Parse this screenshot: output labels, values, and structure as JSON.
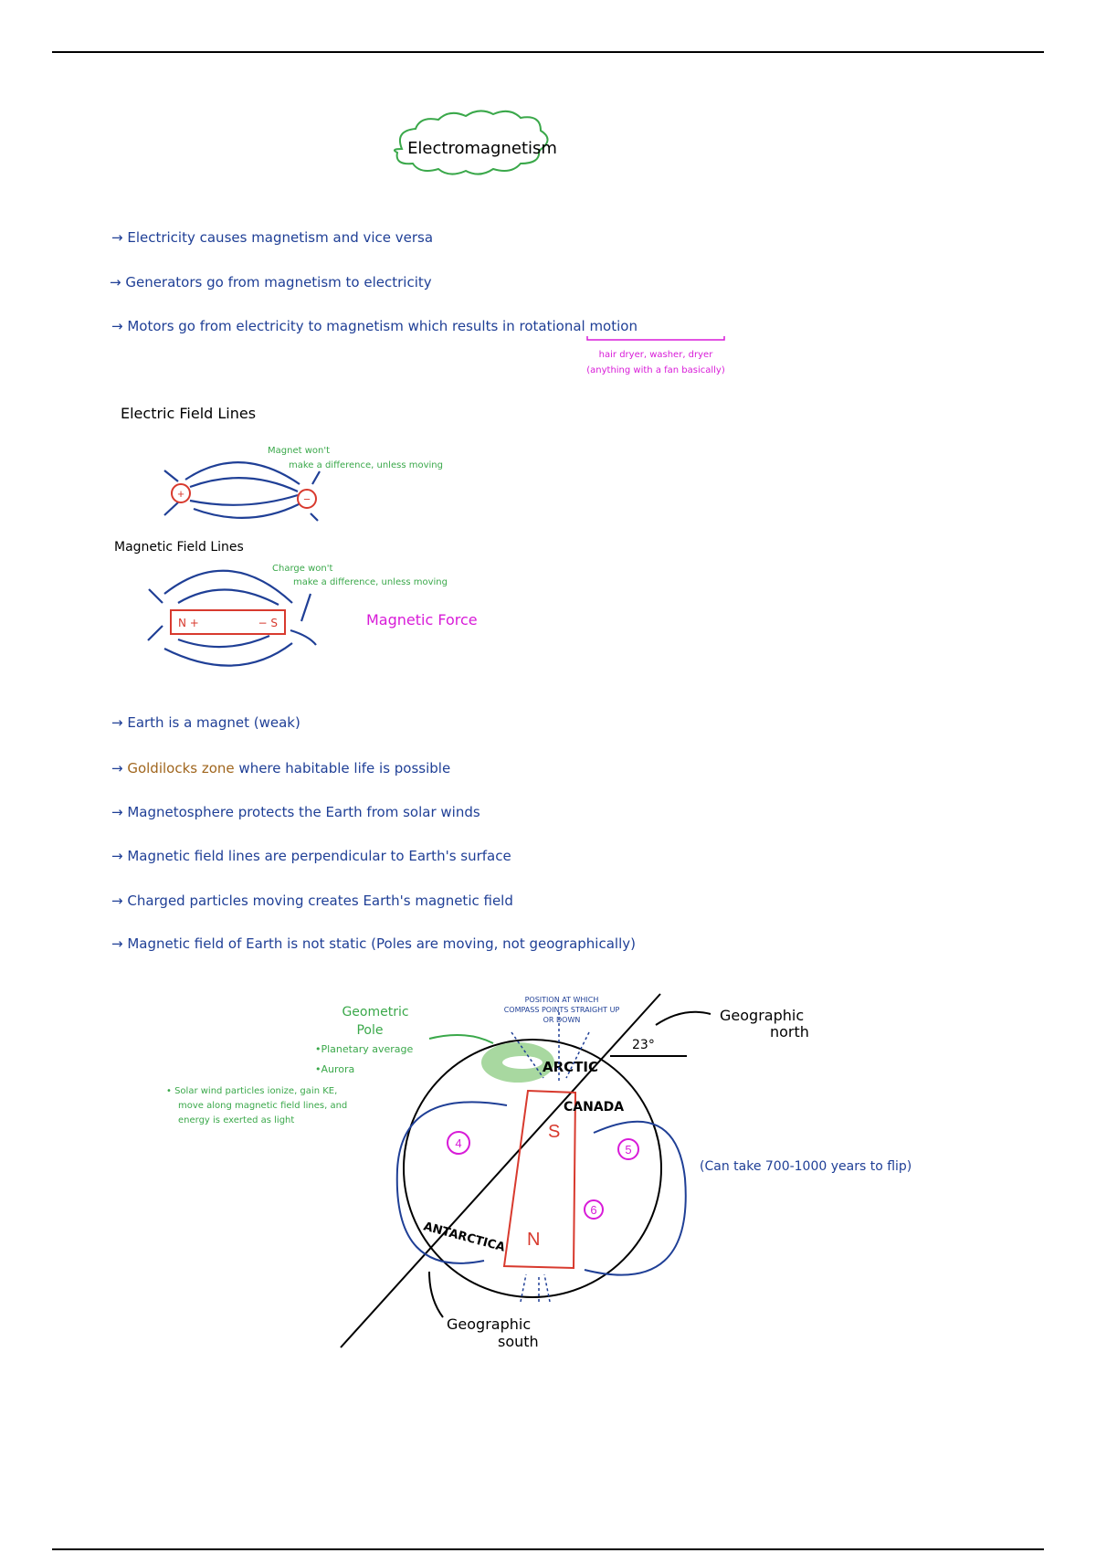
{
  "title": "Electromagnetism",
  "intro_bullets": [
    "Electricity causes magnetism and vice versa",
    "Generators go from magnetism to electricity",
    "Motors go from electricity to magnetism which results in rotational motion"
  ],
  "motion_note": [
    "hair dryer, washer, dryer",
    "(anything with a fan basically)"
  ],
  "electric": {
    "heading": "Electric Field Lines",
    "note": [
      "Magnet won't",
      "make a difference, unless moving"
    ],
    "pos": "+",
    "neg": "−"
  },
  "magnetic": {
    "heading": "Magnetic Field Lines",
    "note": [
      "Charge won't",
      "make a difference, unless moving"
    ],
    "north": "N +",
    "south": "− S",
    "force": "Magnetic Force"
  },
  "earth_bullets": [
    {
      "pre": "",
      "highlight": "",
      "text": "Earth is a magnet (weak)"
    },
    {
      "pre": "",
      "highlight": "Goldilocks zone",
      "text": " where habitable life is possible"
    },
    {
      "pre": "",
      "highlight": "",
      "text": "Magnetosphere protects the Earth from solar winds"
    },
    {
      "pre": "",
      "highlight": "",
      "text": "Magnetic field lines are perpendicular to Earth's surface"
    },
    {
      "pre": "",
      "highlight": "",
      "text": "Charged particles moving creates Earth's magnetic field"
    },
    {
      "pre": "",
      "highlight": "",
      "text": "Magnetic field of Earth is not static (Poles are moving, not geographically)"
    }
  ],
  "earth_diagram": {
    "compass_note": [
      "POSITION AT WHICH",
      "COMPASS POINTS STRAIGHT UP",
      "OR DOWN"
    ],
    "geometric_pole": [
      "Geometric",
      "Pole"
    ],
    "pole_points": [
      "•Planetary average",
      "•Aurora"
    ],
    "solar_note": [
      "• Solar wind particles ionize, gain KE,",
      "move along magnetic field lines, and",
      "energy is exerted as light"
    ],
    "arctic": "ARCTIC",
    "canada": "CANADA",
    "antarctica": "ANTARCTICA",
    "s": "S",
    "n": "N",
    "angle": "23°",
    "geo_north": [
      "Geographic",
      "north"
    ],
    "geo_south": [
      "Geographic",
      "south"
    ],
    "circled": [
      "4",
      "5",
      "6"
    ],
    "flip_note": "(Can take 700-1000 years to flip)"
  }
}
